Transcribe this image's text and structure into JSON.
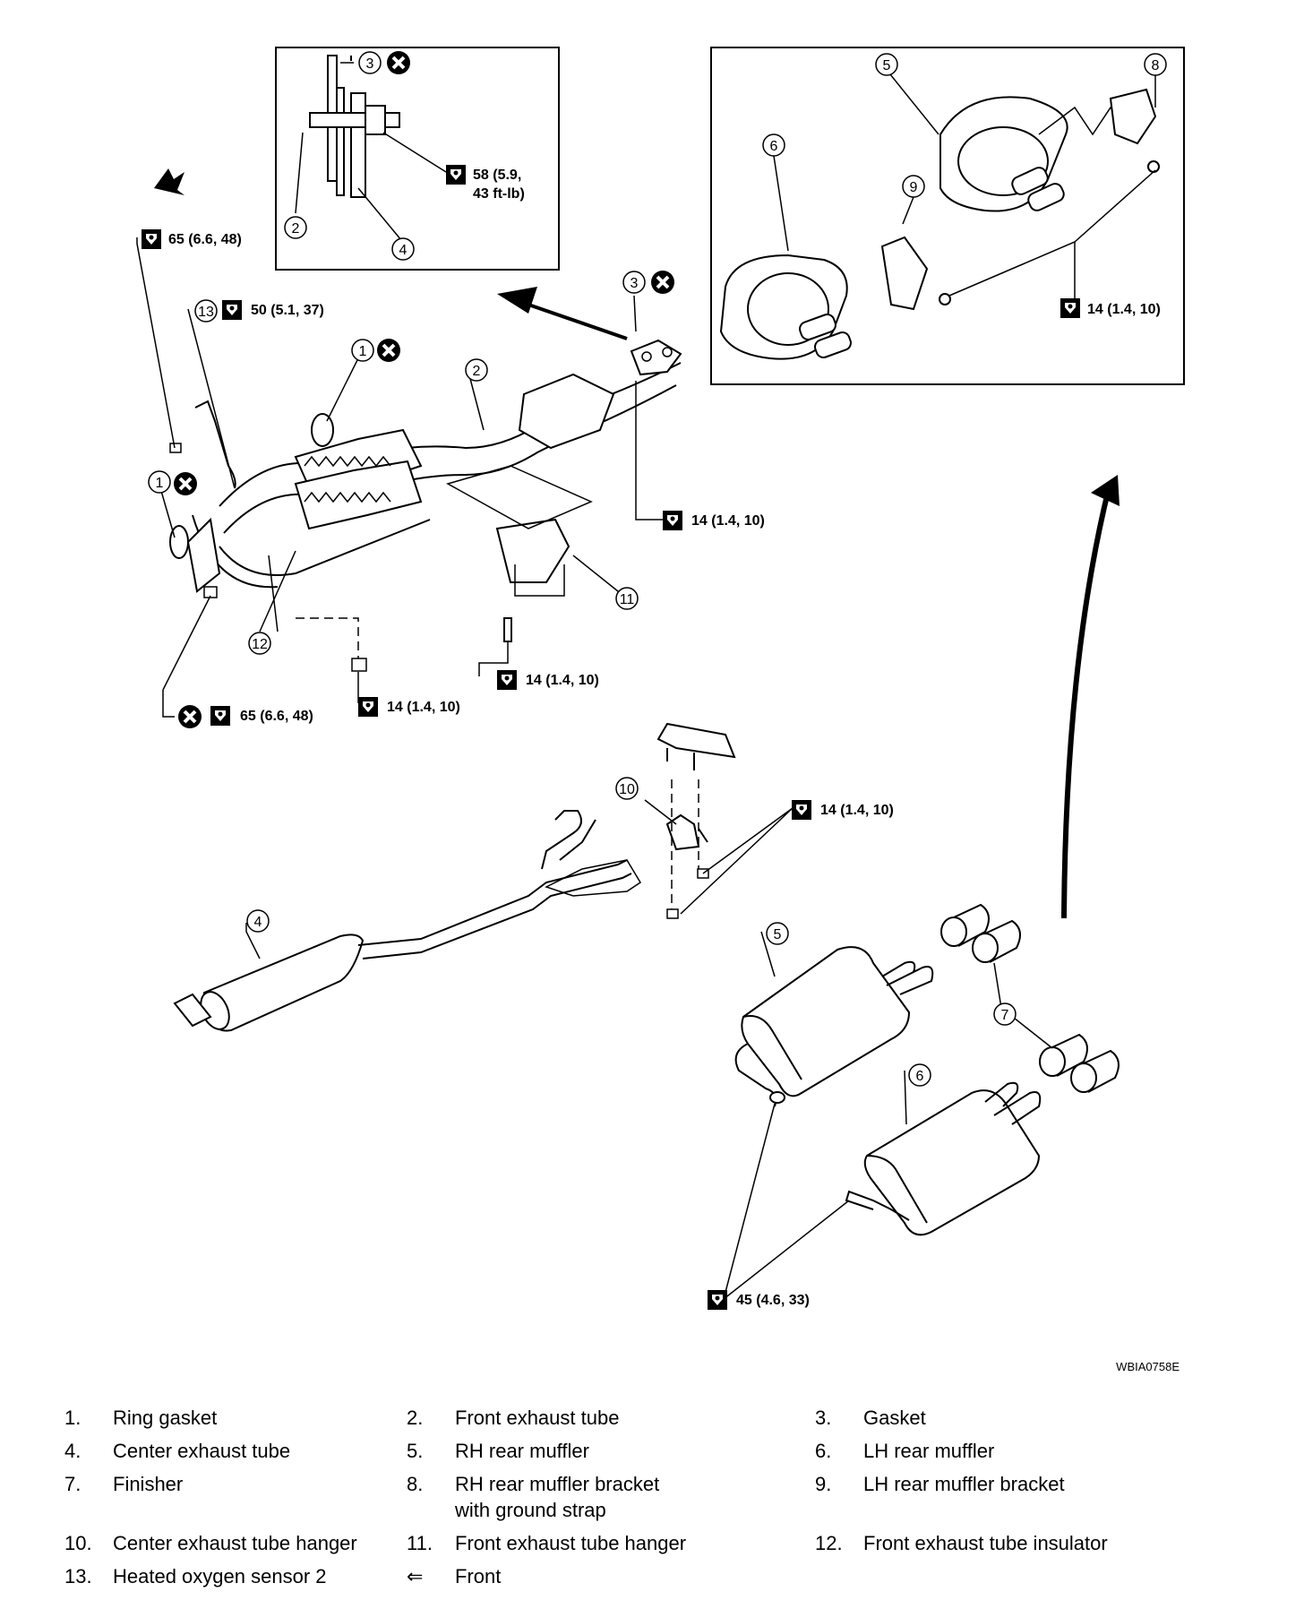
{
  "figure_code": "WBIA0758E",
  "torque_labels": {
    "t_58_line1": "58 (5.9,",
    "t_58_line2": "43 ft-lb)",
    "t_65_top": "65 (6.6, 48)",
    "t_50": "50 (5.1, 37)",
    "t_14_flange": "14 (1.4, 10)",
    "t_14_hanger_bolt": "14 (1.4, 10)",
    "t_14_center_nut": "14 (1.4, 10)",
    "t_65_bottom": "65 (6.6, 48)",
    "t_14_inset": "14 (1.4, 10)",
    "t_14_center_hanger": "14 (1.4, 10)",
    "t_45": "45 (4.6, 33)"
  },
  "callouts": [
    "1",
    "2",
    "3",
    "4",
    "5",
    "6",
    "7",
    "8",
    "9",
    "10",
    "11",
    "12",
    "13"
  ],
  "legend": {
    "rows": [
      [
        {
          "no": "1.",
          "text": "Ring gasket"
        },
        {
          "no": "2.",
          "text": "Front exhaust tube"
        },
        {
          "no": "3.",
          "text": "Gasket"
        }
      ],
      [
        {
          "no": "4.",
          "text": "Center exhaust tube"
        },
        {
          "no": "5.",
          "text": "RH rear muffler"
        },
        {
          "no": "6.",
          "text": "LH rear muffler"
        }
      ],
      [
        {
          "no": "7.",
          "text": "Finisher"
        },
        {
          "no": "8.",
          "text": "RH rear muffler bracket\nwith ground strap"
        },
        {
          "no": "9.",
          "text": "LH rear muffler bracket"
        }
      ],
      [
        {
          "no": "10.",
          "text": "Center exhaust tube hanger"
        },
        {
          "no": "11.",
          "text": "Front exhaust tube hanger"
        },
        {
          "no": "12.",
          "text": "Front exhaust tube insulator"
        }
      ],
      [
        {
          "no": "13.",
          "text": "Heated oxygen sensor 2"
        },
        {
          "no": "⇐",
          "text": "Front"
        }
      ]
    ]
  },
  "icons": {
    "torque": "torque-wrench-icon",
    "no_reuse": "do-not-reuse-icon",
    "front": "front-arrow-icon"
  }
}
